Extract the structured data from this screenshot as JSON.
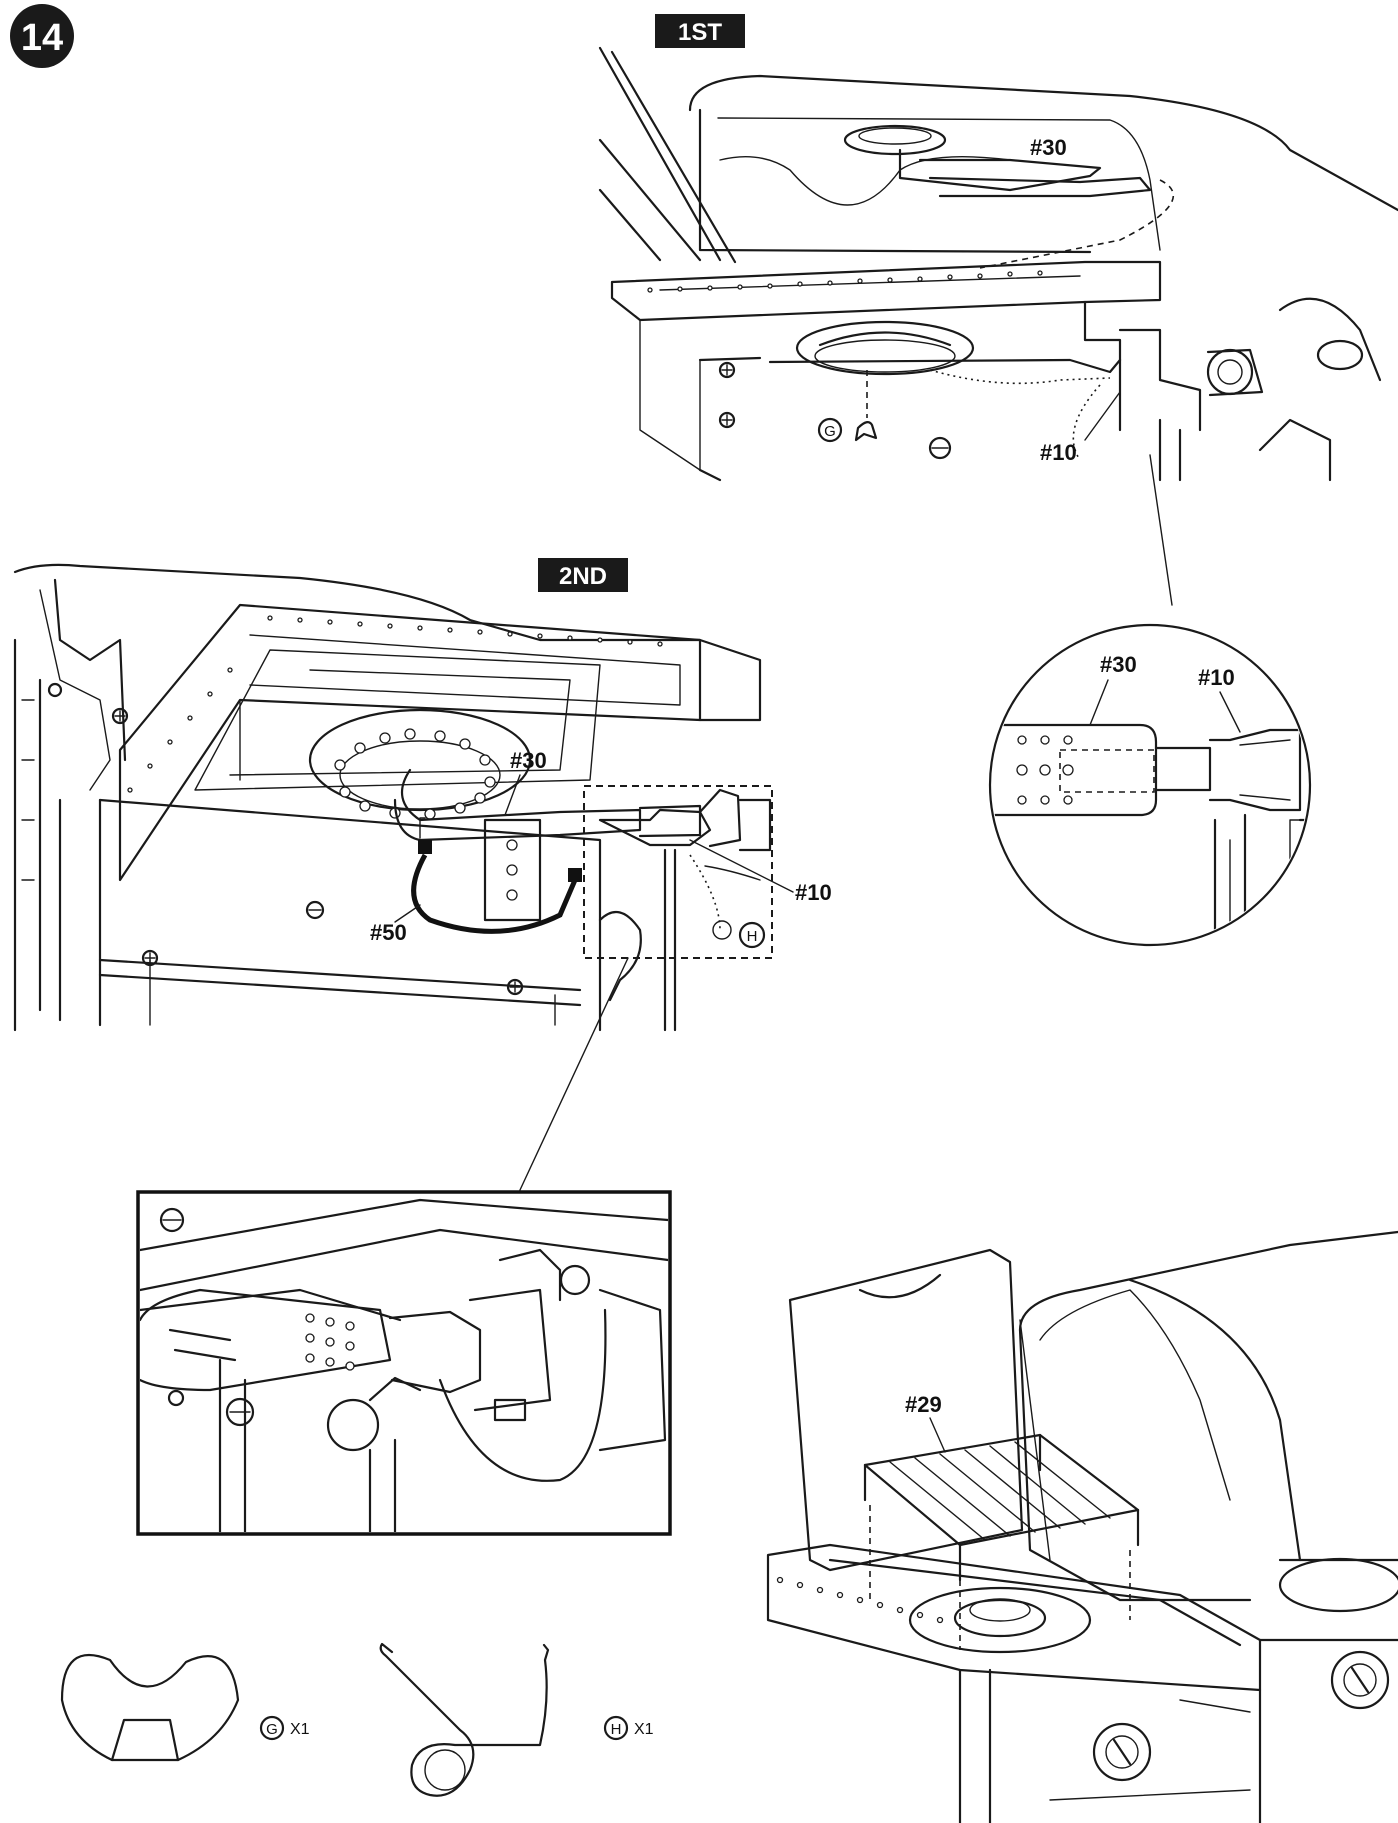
{
  "step": {
    "number": "14"
  },
  "panels": {
    "first": {
      "tag": "1ST",
      "labels": {
        "burner_tube": "#30",
        "valve": "#10"
      },
      "hardware": "G"
    },
    "second": {
      "tag": "2ND",
      "labels": {
        "burner_tube": "#30",
        "valve": "#10",
        "electrode_wire": "#50"
      },
      "hardware": "H"
    },
    "zoom_circle": {
      "labels": {
        "burner_tube": "#30",
        "valve": "#10"
      }
    },
    "side_burner": {
      "labels": {
        "grate": "#29"
      }
    }
  },
  "parts": [
    {
      "letter": "G",
      "qty": "X1",
      "icon": "wing-nut-icon"
    },
    {
      "letter": "H",
      "qty": "X1",
      "icon": "hairpin-cotter-pin-icon"
    }
  ],
  "colors": {
    "ink": "#1a1a1a",
    "tag_bg": "#1a1a1a",
    "tag_text": "#ffffff",
    "background": "#ffffff"
  }
}
